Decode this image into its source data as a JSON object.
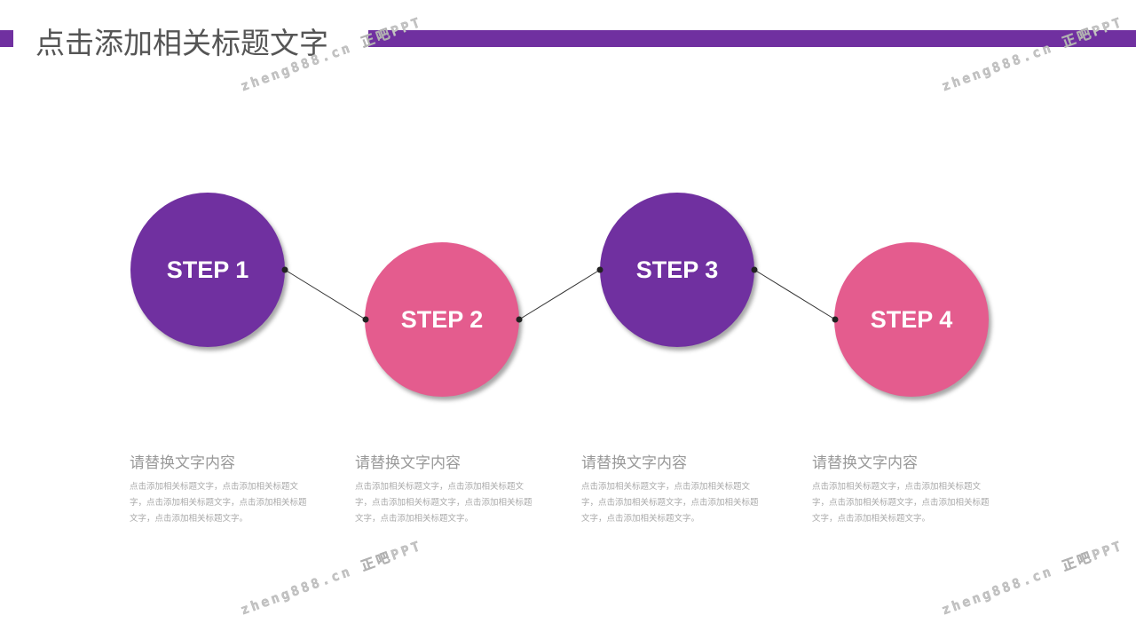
{
  "title": "点击添加相关标题文字",
  "colors": {
    "purple": "#7030A0",
    "pink": "#E45C8E"
  },
  "steps": [
    {
      "label": "STEP 1",
      "heading": "请替换文字内容",
      "body": "点击添加相关标题文字，点击添加相关标题文字，点击添加相关标题文字，点击添加相关标题文字，点击添加相关标题文字。"
    },
    {
      "label": "STEP 2",
      "heading": "请替换文字内容",
      "body": "点击添加相关标题文字，点击添加相关标题文字，点击添加相关标题文字，点击添加相关标题文字，点击添加相关标题文字。"
    },
    {
      "label": "STEP 3",
      "heading": "请替换文字内容",
      "body": "点击添加相关标题文字，点击添加相关标题文字，点击添加相关标题文字，点击添加相关标题文字，点击添加相关标题文字。"
    },
    {
      "label": "STEP 4",
      "heading": "请替换文字内容",
      "body": "点击添加相关标题文字，点击添加相关标题文字，点击添加相关标题文字，点击添加相关标题文字，点击添加相关标题文字。"
    }
  ],
  "watermark": "zheng888.cn 正吧PPT"
}
